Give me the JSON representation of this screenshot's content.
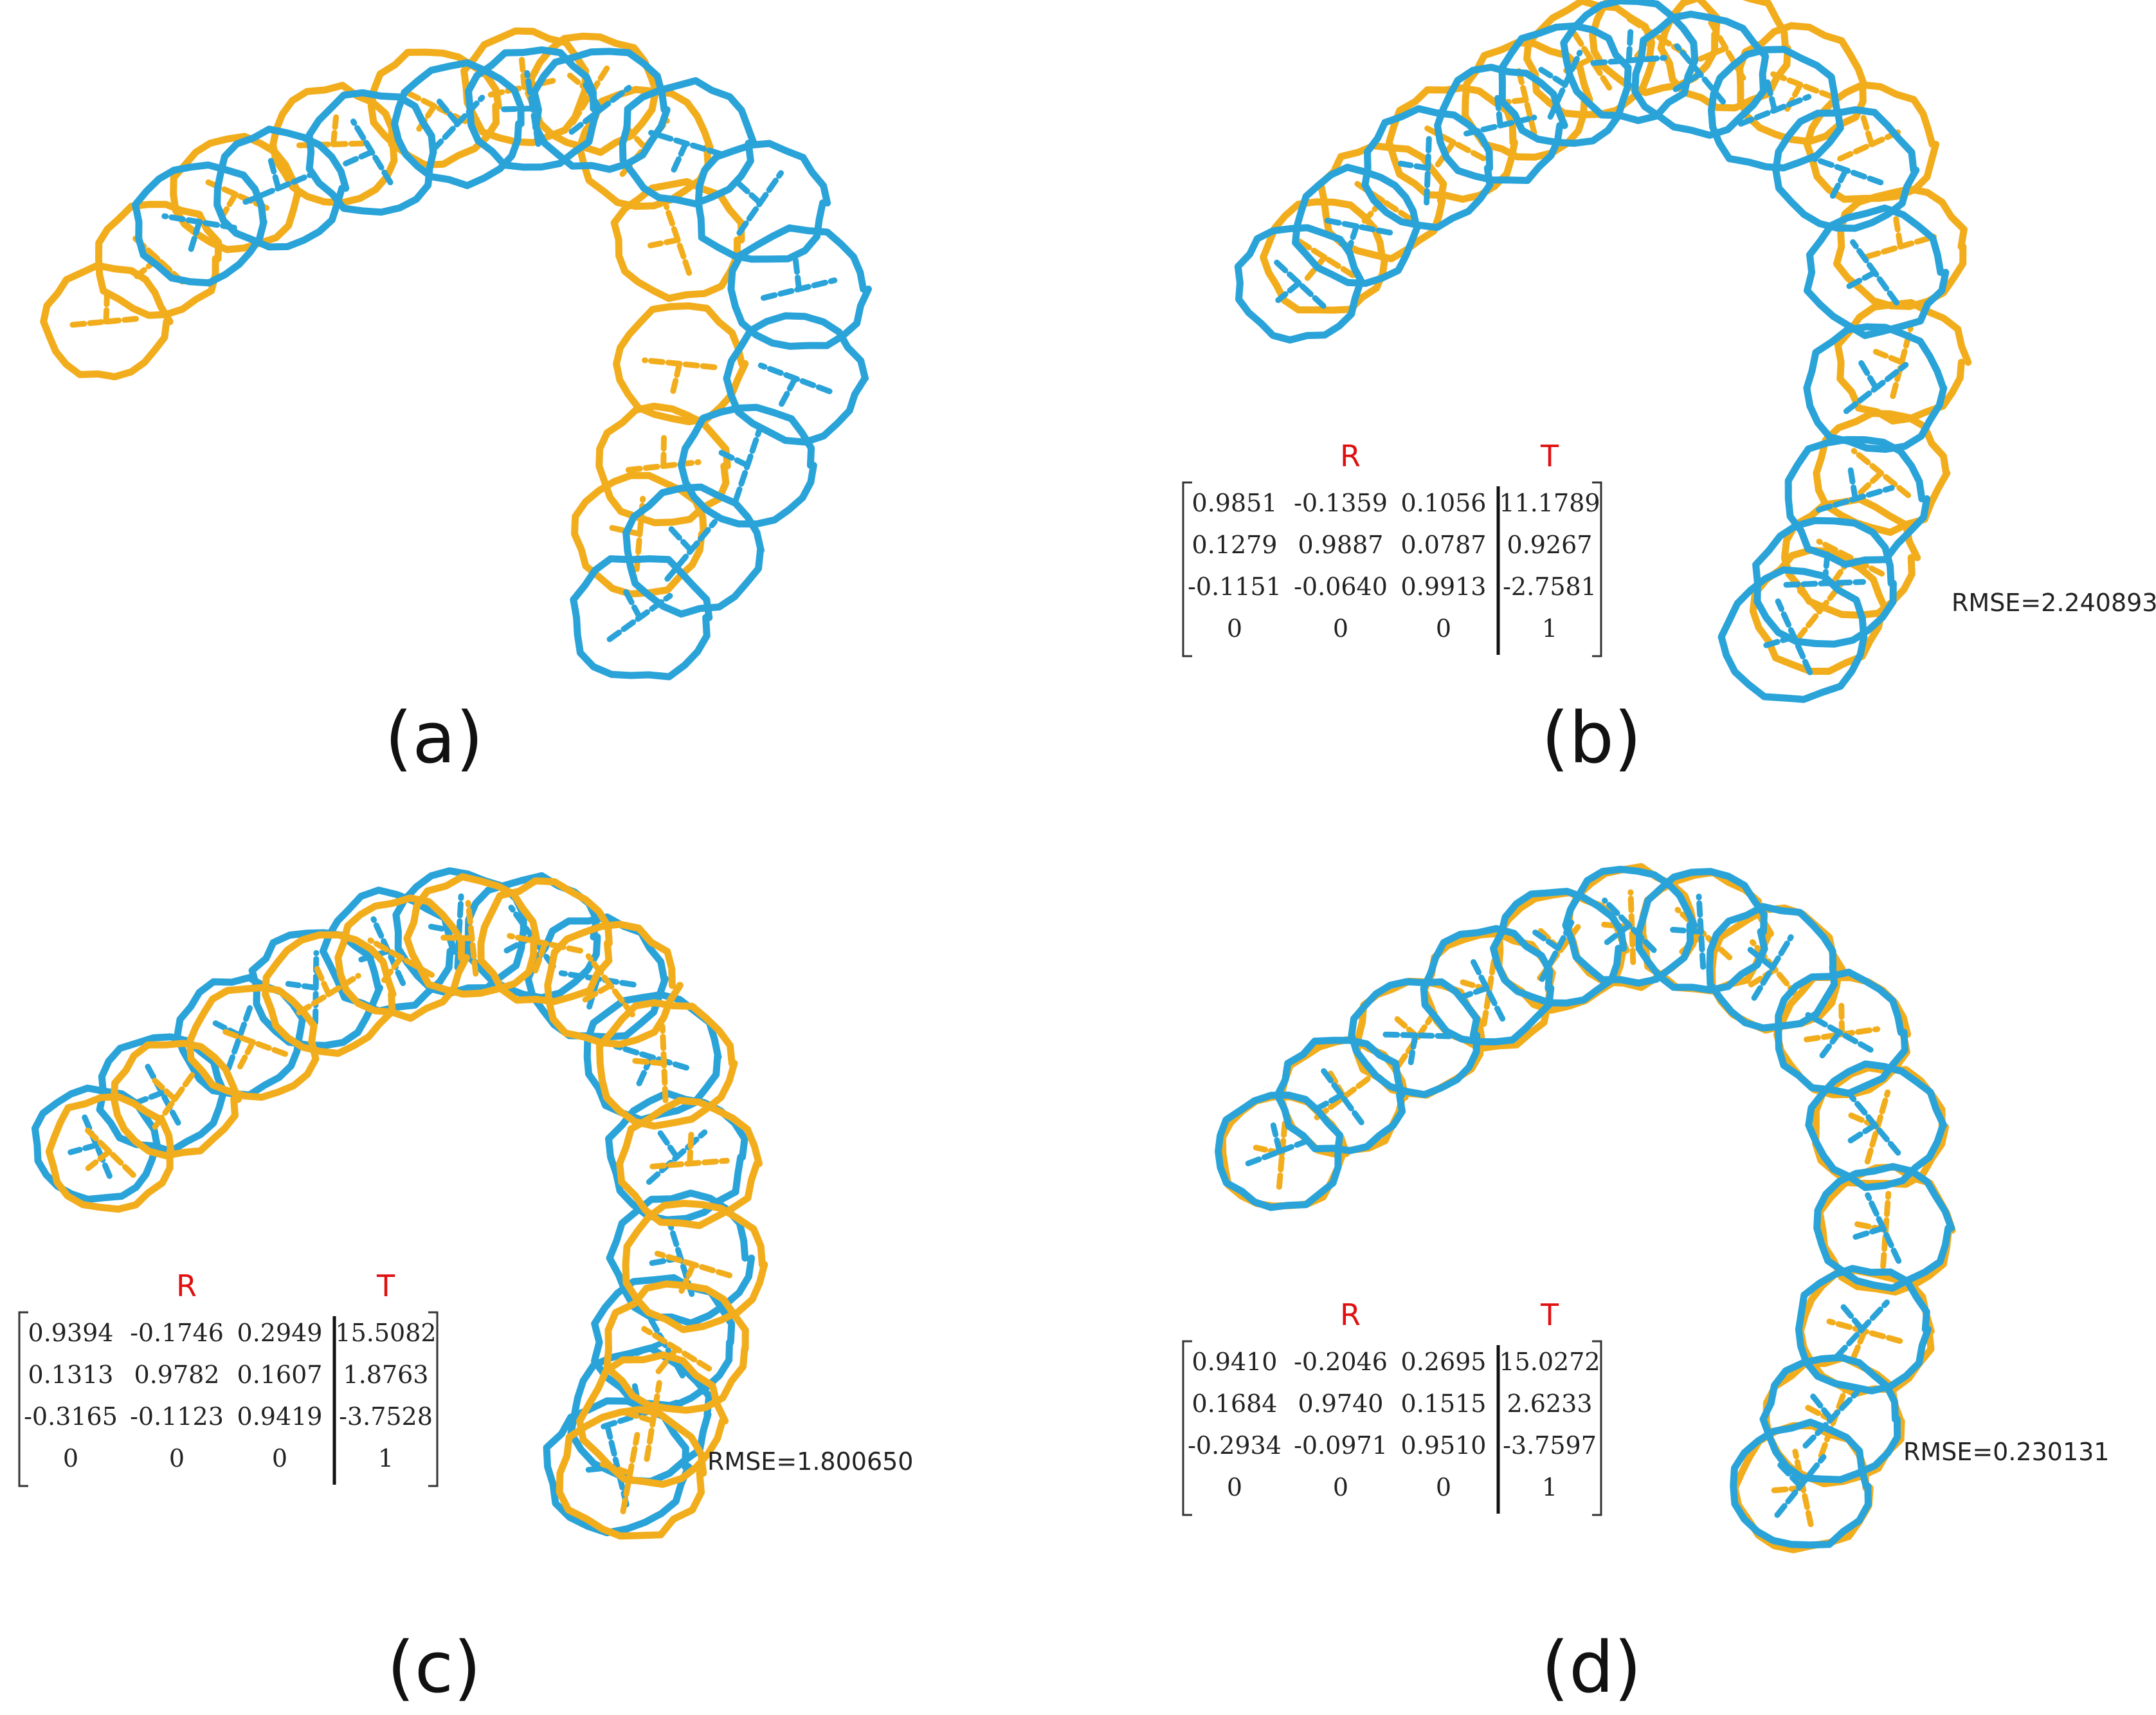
{
  "colors": {
    "blue": "#2aa3d9",
    "orange": "#f2ad1d",
    "red": "#e01010"
  },
  "panels": [
    {
      "id": "a",
      "label": "(a)"
    },
    {
      "id": "b",
      "label": "(b)",
      "matrix": {
        "r_header": "R",
        "t_header": "T",
        "rows": [
          [
            "0.9851",
            "-0.1359",
            "0.1056",
            "11.1789"
          ],
          [
            "0.1279",
            "0.9887",
            "0.0787",
            "0.9267"
          ],
          [
            "-0.1151",
            "-0.0640",
            "0.9913",
            "-2.7581"
          ],
          [
            "0",
            "0",
            "0",
            "1"
          ]
        ]
      },
      "rmse": "RMSE=2.240893"
    },
    {
      "id": "c",
      "label": "(c)",
      "matrix": {
        "r_header": "R",
        "t_header": "T",
        "rows": [
          [
            "0.9394",
            "-0.1746",
            "0.2949",
            "15.5082"
          ],
          [
            "0.1313",
            "0.9782",
            "0.1607",
            "1.8763"
          ],
          [
            "-0.3165",
            "-0.1123",
            "0.9419",
            "-3.7528"
          ],
          [
            "0",
            "0",
            "0",
            "1"
          ]
        ]
      },
      "rmse": "RMSE=1.800650"
    },
    {
      "id": "d",
      "label": "(d)",
      "matrix": {
        "r_header": "R",
        "t_header": "T",
        "rows": [
          [
            "0.9410",
            "-0.2046",
            "0.2695",
            "15.0272"
          ],
          [
            "0.1684",
            "0.9740",
            "0.1515",
            "2.6233"
          ],
          [
            "-0.2934",
            "-0.0971",
            "0.9510",
            "-3.7597"
          ],
          [
            "0",
            "0",
            "0",
            "1"
          ]
        ]
      },
      "rmse": "RMSE=0.230131"
    }
  ]
}
